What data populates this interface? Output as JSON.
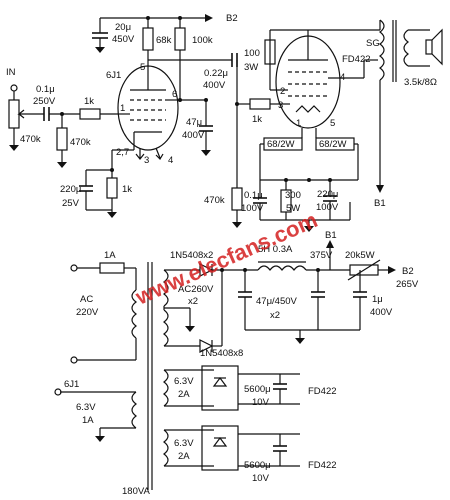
{
  "input": {
    "label": "IN",
    "cap": "0.1μ",
    "cap_v": "250V",
    "pot": "470k",
    "grid_r": "1k",
    "grid_leak": "470k"
  },
  "supply_top": {
    "cap": "20μ",
    "cap_v": "450V",
    "r1": "68k",
    "r2": "100k",
    "rail": "B2"
  },
  "tube1": {
    "name": "6J1",
    "pins": {
      "p1": "1",
      "p5": "5",
      "p6": "6",
      "p27": "2,7",
      "p3": "3",
      "p4": "4"
    },
    "cathode_cap": "220μ",
    "cathode_cap_v": "25V",
    "cathode_r": "1k"
  },
  "coupling": {
    "cap": "0.22μ",
    "cap_v": "400V",
    "screen_cap": "47μ",
    "screen_cap_v": "400V",
    "grid_r": "1k",
    "grid_leak": "470k"
  },
  "tube2": {
    "name": "FD422",
    "pins": {
      "p2": "2",
      "p3": "3",
      "p4": "4",
      "p1": "1",
      "p5": "5"
    },
    "screen_r": "100",
    "screen_r_w": "3W",
    "fil_r1": "68/2W",
    "fil_r2": "68/2W",
    "bias_r": "300",
    "bias_r_w": "5W",
    "bias_cap": "220μ",
    "bias_cap_v": "100V",
    "by_cap": "0.1μ",
    "by_cap_v": "100V"
  },
  "output": {
    "sg": "SG",
    "speaker": "3.5k/8Ω",
    "b1": "B1"
  },
  "psu": {
    "fuse": "1A",
    "ac_in": "AC",
    "ac_v": "220V",
    "rect": "1N5408x2",
    "sec": "AC260V",
    "sec_x": "x2",
    "choke": "5H 0.3A",
    "b1_v": "375V",
    "b1_label": "B1",
    "r_series": "20k5W",
    "b2_label": "B2",
    "b2_v": "265V",
    "filt_cap": "47μ/450V",
    "filt_x": "x2",
    "out_cap": "1μ",
    "out_cap_v": "400V"
  },
  "heaters": {
    "rect": "1N5408x8",
    "w1_v": "6.3V",
    "w1_a": "2A",
    "c1": "5600μ",
    "c1_v": "10V",
    "t1": "FD422",
    "w2_v": "6.3V",
    "w2_a": "2A",
    "c2": "5600μ",
    "c2_v": "10V",
    "t2": "FD422",
    "fil6j1": "6J1",
    "fil6j1_v": "6.3V",
    "fil6j1_a": "1A",
    "xfmr": "180VA"
  },
  "watermark": "www.elecfans.com"
}
